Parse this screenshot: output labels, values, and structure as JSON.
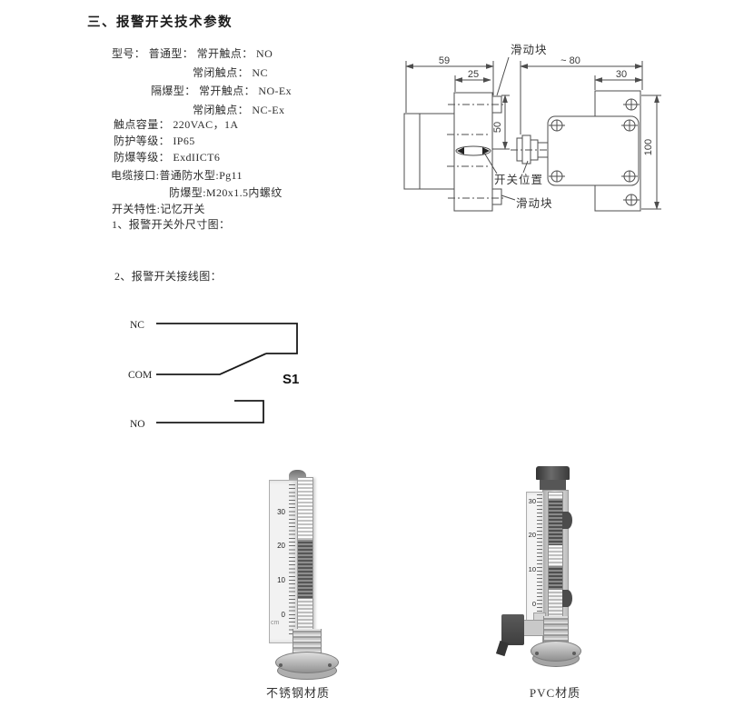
{
  "page": {
    "title": "三、报警开关技术参数"
  },
  "colors": {
    "ink": "#2e2e2e",
    "cad_line": "#4d4d4d",
    "wire_line": "#1a1a1a"
  },
  "specs": {
    "lines": [
      {
        "text": "型号： 普通型： 常开触点： NO"
      },
      {
        "text": "常闭触点： NC"
      },
      {
        "text": "隔爆型： 常开触点： NO-Ex"
      },
      {
        "text": "常闭触点： NC-Ex"
      },
      {
        "text": "触点容量： 220VAC，1A"
      },
      {
        "text": "防护等级： IP65"
      },
      {
        "text": "防爆等级： ExdIICT6"
      },
      {
        "text": "电缆接口:普通防水型:Pg11"
      },
      {
        "text": "防爆型:M20x1.5内螺纹"
      },
      {
        "text": "开关特性:记忆开关"
      }
    ],
    "fig1_caption": "1、报警开关外尺寸图：",
    "fig2_caption": "2、报警开关接线图："
  },
  "dimension_drawing": {
    "dims": {
      "width_total": "59",
      "width_top": "25",
      "slide_range": "50",
      "depth_total": "~ 80",
      "depth_top": "30",
      "height_total": "100"
    },
    "labels": {
      "slider_top": "滑动块",
      "switch_position": "开关位置",
      "slider_bottom": "滑动块"
    }
  },
  "wiring_diagram": {
    "terminals": {
      "nc": "NC",
      "com": "COM",
      "no": "NO"
    },
    "switch_label": "S1"
  },
  "products": [
    {
      "caption": "不锈钢材质",
      "scale_labels": [
        "30",
        "20",
        "10",
        "0"
      ],
      "unit": "cm"
    },
    {
      "caption": "PVC材质",
      "scale_labels": [
        "30",
        "20",
        "10",
        "0"
      ]
    }
  ]
}
